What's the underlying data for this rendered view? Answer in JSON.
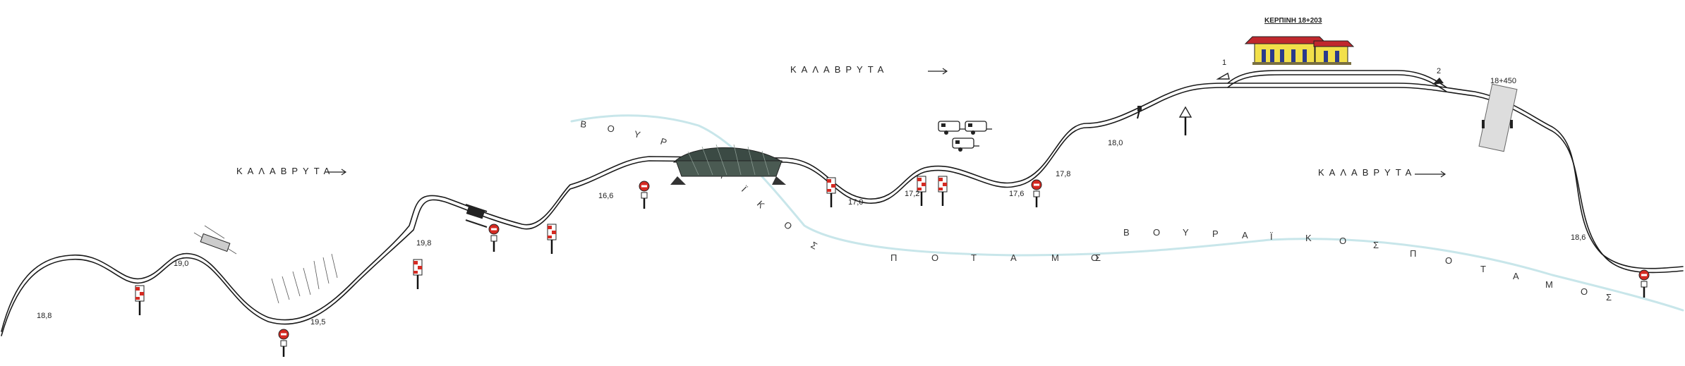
{
  "directions": [
    "ΚΑΛΑΒΡΥΤΑ",
    "ΚΑΛΑΒΡΥΤΑ",
    "ΚΑΛΑΒΡΥΤΑ"
  ],
  "kilometre_marks": [
    "18,8",
    "19,0",
    "19,5",
    "19,8",
    "16,6",
    "17,0",
    "17,2",
    "17,6",
    "17,8",
    "18,0",
    "18,6"
  ],
  "station": {
    "name": "ΚΕΡΠΙΝΗ 18+203"
  },
  "tunnel_label": "18+450",
  "switch_labels": [
    "1",
    "2"
  ],
  "river": {
    "upper_letters": [
      "Β",
      "Ο",
      "Υ",
      "Ρ",
      "Α",
      "Ϊ",
      "Κ",
      "Ο",
      "Σ"
    ],
    "lower_letters": [
      "Π",
      "Ο",
      "Τ",
      "Α",
      "Μ",
      "Ο",
      "Σ"
    ],
    "right_upper_letters": [
      "Β",
      "Ο",
      "Υ",
      "Ρ",
      "Α",
      "Ϊ",
      "Κ",
      "Ο",
      "Σ"
    ],
    "right_lower_letters": [
      "Π",
      "Ο",
      "Τ",
      "Α",
      "Μ",
      "Ο",
      "Σ"
    ],
    "color": "#c8e6ea"
  },
  "colors": {
    "track": "#1a1a1a",
    "bridge": "#3b4a44",
    "station_roof": "#c0282d",
    "station_wall": "#f2e04a",
    "station_door": "#2a3a8c",
    "sign_red": "#d42a22"
  },
  "icons": {
    "no_entry_sign": "no-entry-sign-icon",
    "crossing_board": "level-crossing-board-icon",
    "caravan": "caravan-icon",
    "warning_sign": "warning-triangle-icon",
    "signal_post": "signal-post-icon"
  }
}
